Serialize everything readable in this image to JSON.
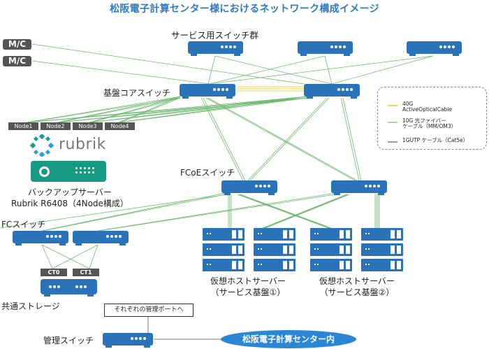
{
  "title": "松阪電子計算センター様におけるネットワーク構成イメージ",
  "labels": {
    "service_switches": "サービス用スイッチ群",
    "core_switch": "基盤コアスイッチ",
    "fcoe_switch": "FCoEスイッチ",
    "fc_switch": "FCスイッチ",
    "shared_storage": "共通ストレージ",
    "mgmt_switch": "管理スイッチ",
    "backup_server_line1": "バックアップサーバー",
    "backup_server_line2": "Rubrik R6408（4Node構成）",
    "host_group1_line1": "仮想ホストサーバー",
    "host_group1_line2": "（サービス基盤①）",
    "host_group2_line1": "仮想ホストサーバー",
    "host_group2_line2": "（サービス基盤②）",
    "mgmt_ports_note": "それぞれの管理ポートへ",
    "datacenter": "松阪電子計算センター内",
    "rubrik_logo": "rubrik"
  },
  "mc_tags": [
    "M/C",
    "M/C"
  ],
  "nodes": [
    "Node1",
    "Node2",
    "Node3",
    "Node4"
  ],
  "controllers": [
    "CT0",
    "CT1"
  ],
  "legend": [
    {
      "name": "40G ActiveOpticalCable",
      "line1": "40G",
      "line2": "ActiveOpticalCable",
      "color": "#f2d74a"
    },
    {
      "name": "10G 光ファイバーケーブル（MM/OM3）",
      "line1": "10G 光ファイバー",
      "line2": "ケーブル（MM/OM3）",
      "color": "#8cc98c"
    },
    {
      "name": "1GUTPケーブル（Cat5e）",
      "line1": "1GUTP ケーブル（Cat5e）",
      "line2": "",
      "color": "#888888"
    }
  ],
  "colors": {
    "title": "#2e7bc0",
    "switch": "#2a73b8",
    "rubrik": "#169b82",
    "fiber": "#6fb86f",
    "aoc": "#f2d74a",
    "utp": "#555555",
    "datacenter": "#2b86d6"
  }
}
